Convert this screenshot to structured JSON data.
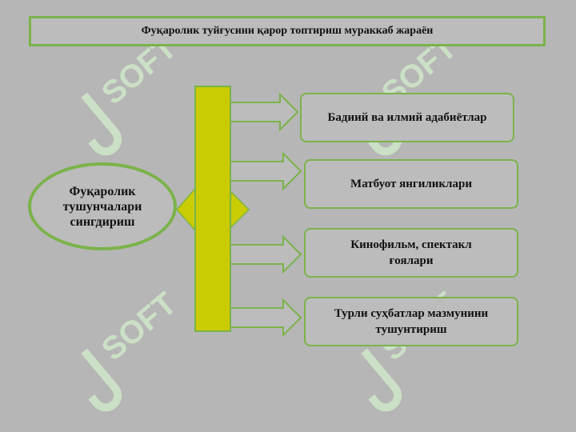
{
  "title": "Фуқаролик туйғусини қарор топтириш мураккаб жараён",
  "center": "Фуқаролик\nтушунчалари\nсингдириш",
  "items": [
    "Бадиий ва илмий адабиётлар",
    "Матбуот янгиликлари",
    "Кинофильм, спектакл\nғоялари",
    "Турли суҳбатлар мазмунини\nтушунтириш"
  ],
  "watermark_text": "SOFT",
  "colors": {
    "background": "#b6b6b6",
    "border_green": "#7bb34a",
    "bar_yellow": "#c9cc00",
    "watermark": "#d6ecd2"
  }
}
